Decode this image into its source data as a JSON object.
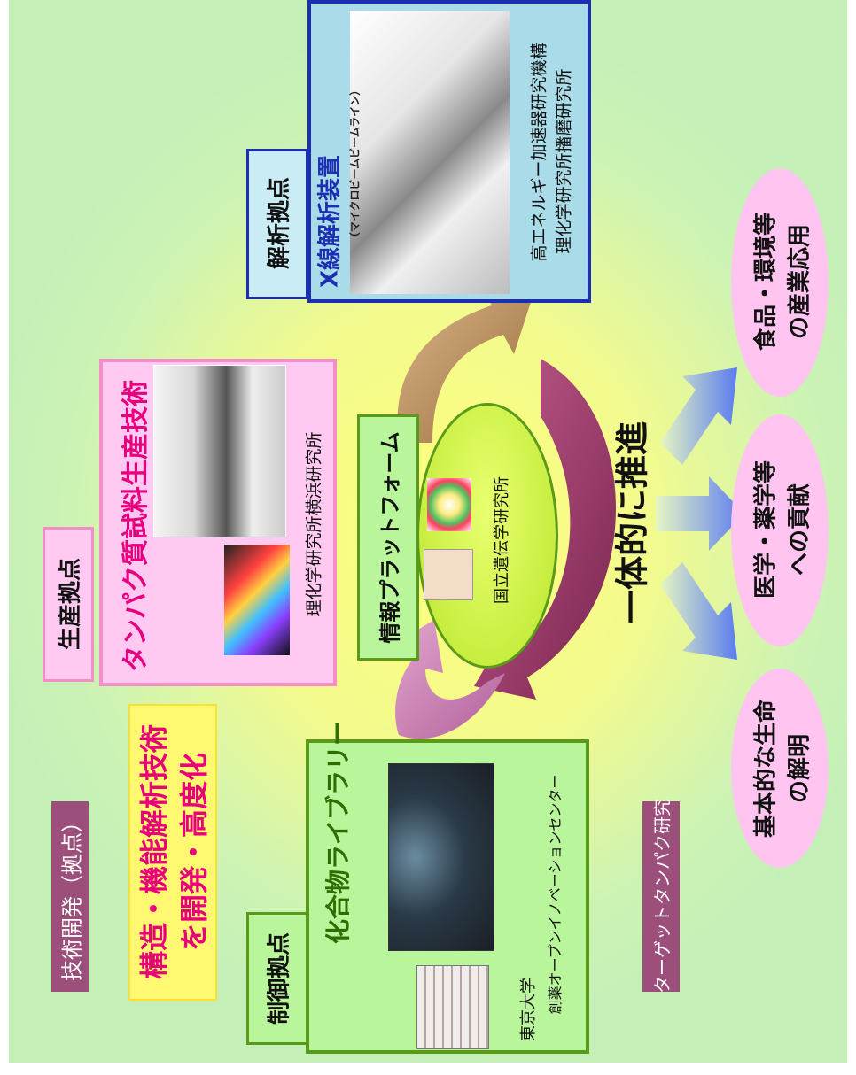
{
  "labels": {
    "tech_dev": "技術開発（拠点）",
    "advance_line1": "構造・機能解析技術",
    "advance_line2": "を開発・高度化",
    "target_research": "ターゲットタンパク研究",
    "promote": "一体的に推進"
  },
  "bases": {
    "production": {
      "tag": "生産拠点",
      "title": "タンパク質試料生産技術",
      "org": "理化学研究所横浜研究所"
    },
    "control": {
      "tag": "制御拠点",
      "title": "化合物ライブラリー",
      "org_line1": "東京大学",
      "org_line2": "創薬オープンイノベーションセンター"
    },
    "analysis": {
      "tag": "解析拠点",
      "title": "X線解析装置",
      "subtitle": "（マイクロビームビームライン）",
      "org_line1": "高エネルギー加速器研究機構",
      "org_line2": "理化学研究所播磨研究所"
    },
    "info": {
      "tag": "情報プラットフォーム",
      "org": "国立遺伝学研究所"
    }
  },
  "outcomes": [
    {
      "line1": "基本的な生命",
      "line2": "の解明"
    },
    {
      "line1": "医学・薬学等",
      "line2": "への貢献"
    },
    {
      "line1": "食品・環境等",
      "line2": "の産業応用"
    }
  ],
  "colors": {
    "pink_border": "#f48ec6",
    "pink_fill": "#ffc9f2",
    "green_border": "#5a9a1a",
    "green_fill": "#b9f59a",
    "blue_border": "#1c2fb0",
    "title_magenta": "#e6007e",
    "title_green": "#2c6e00",
    "tag_purple": "#9c4f7a"
  }
}
